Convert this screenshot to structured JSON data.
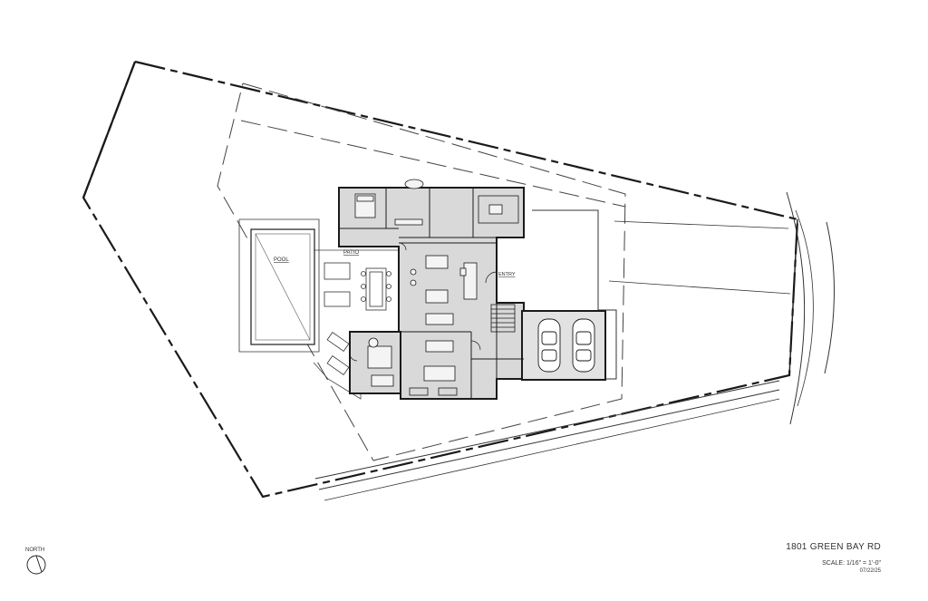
{
  "labels": {
    "pool": "POOL",
    "patio": "PATIO",
    "entry": "ENTRY",
    "north": "NORTH"
  },
  "title_block": {
    "address": "1801 GREEN BAY RD",
    "scale": "SCALE: 1/16\" = 1'-0\"",
    "date": "07/22/25"
  },
  "colors": {
    "line": "#1a1a1a",
    "house_fill": "#d9d9d9",
    "garage_fill": "#e2e2e2",
    "background": "#ffffff"
  }
}
